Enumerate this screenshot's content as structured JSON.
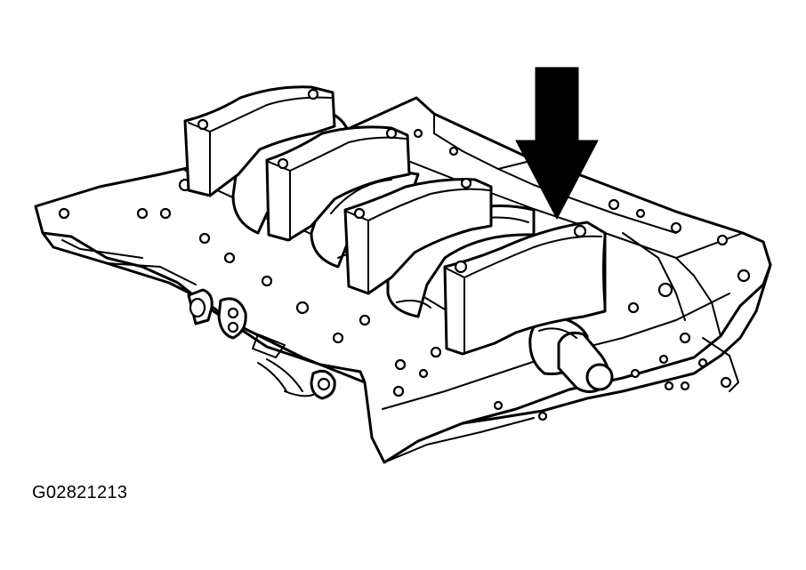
{
  "figure": {
    "id_label": "G02821213"
  },
  "colors": {
    "line": "#000000",
    "background": "#ffffff"
  },
  "parts": {
    "main_bearing_cap_count": 4,
    "highlighted_cap_index": 4,
    "indicator": "down-arrow"
  }
}
